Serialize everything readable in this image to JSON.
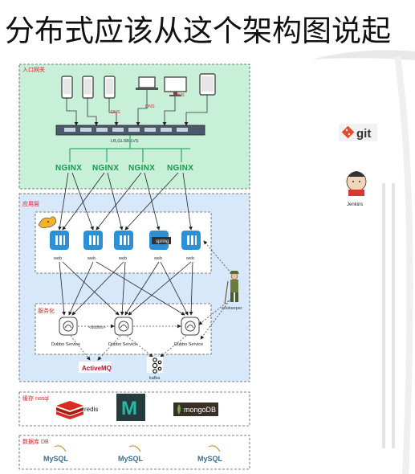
{
  "page": {
    "title": "分布式应该从这个架构图说起"
  },
  "zones": {
    "gateway": "入口网关",
    "app": "应用层",
    "service": "服务化",
    "cache": "缓存 nosql",
    "db": "数据库 DB"
  },
  "gateway": {
    "lb_label": "LB,GLSB,LVS",
    "nginx": [
      "NGINX",
      "NGINX",
      "NGINX",
      "NGINX"
    ],
    "device_labels": [
      "DNS",
      "DNS",
      "DNS"
    ]
  },
  "app": {
    "web": [
      "web",
      "web",
      "web",
      "web",
      "web"
    ]
  },
  "service": {
    "nodes": [
      "Dubbo Service",
      "Dubbo Service",
      "Dubbo Service"
    ],
    "link_label": "<dubbo>",
    "zookeeper": "zookeeper",
    "mq": "ActiveMQ",
    "kafka": "kafka"
  },
  "cache": {
    "redis": "redis",
    "memcached": "M",
    "mongodb": "mongoDB"
  },
  "db": {
    "mysql": [
      "MySQL",
      "MySQL",
      "MySQL"
    ]
  },
  "side": {
    "git": "git",
    "jenkins": "Jenkins"
  },
  "colors": {
    "gateway_bg": "#c8f0d8",
    "app_bg": "#d7e8fb",
    "nginx": "#179947",
    "label_red": "#d2232a",
    "web_blue": "#2d8fd6"
  }
}
